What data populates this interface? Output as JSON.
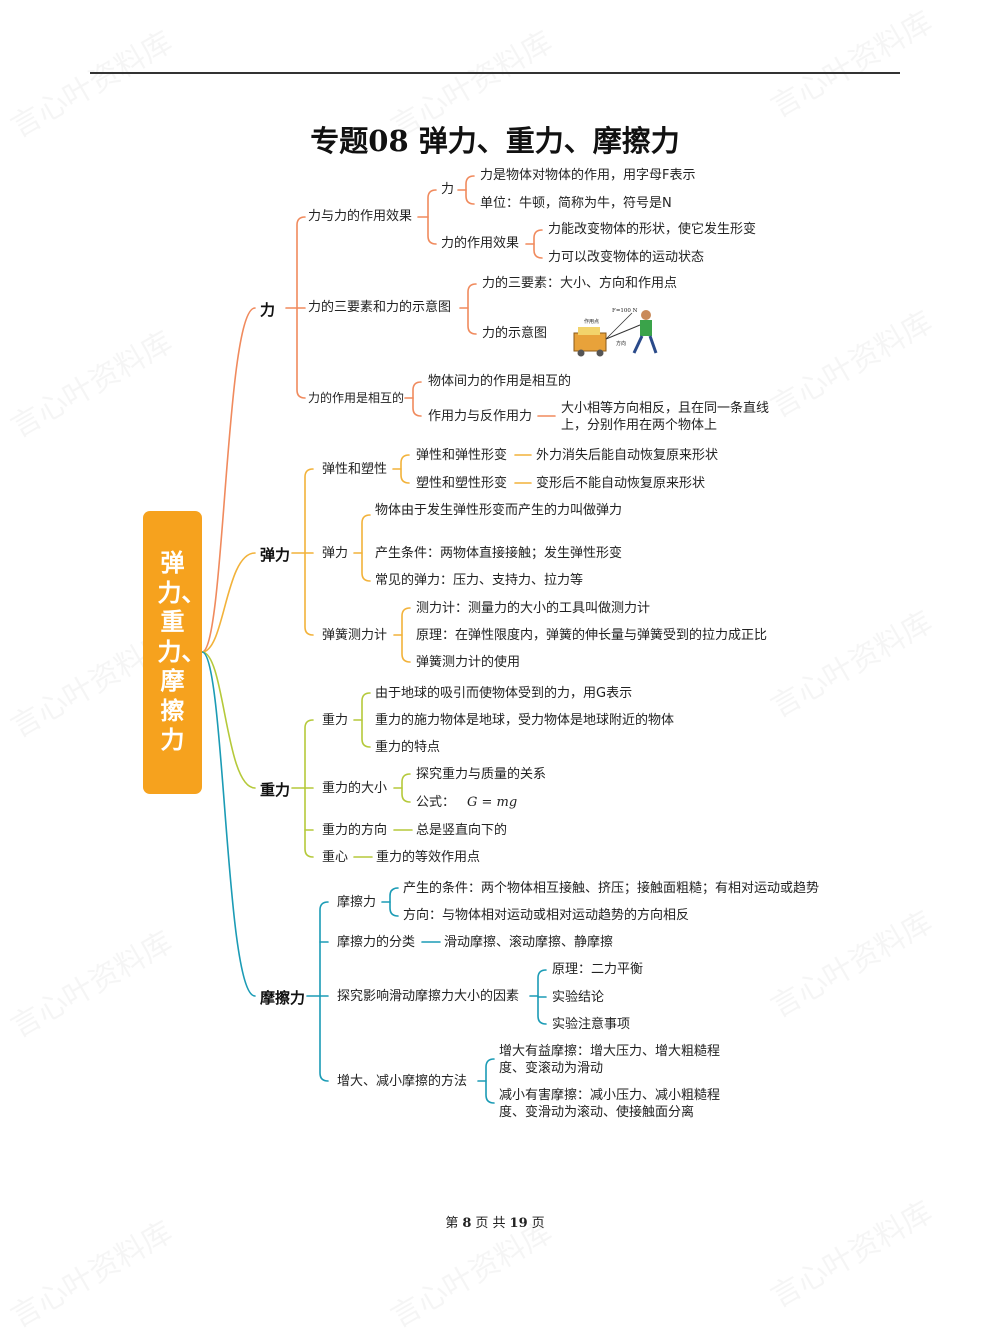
{
  "page_title": "专题08  弹力、重力、摩擦力",
  "root": "弹力、重力、摩擦力",
  "branches": {
    "force": {
      "label": "力",
      "effect": {
        "label": "力与力的作用效果",
        "force": {
          "label": "力",
          "def": "力是物体对物体的作用，用字母F表示",
          "unit": "单位：牛顿，简称为牛，符号是N"
        },
        "effects": {
          "label": "力的作用效果",
          "shape": "力能改变物体的形状，使它发生形变",
          "motion": "力可以改变物体的运动状态"
        }
      },
      "elements": {
        "label": "力的三要素和力的示意图",
        "three": "力的三要素：大小、方向和作用点",
        "diagram": "力的示意图",
        "illus_force": "F=100 N",
        "illus_point": "作用点",
        "illus_dir": "方向"
      },
      "mutual": {
        "label": "力的作用是相互的",
        "between": "物体间力的作用是相互的",
        "pair": "作用力与反作用力",
        "pair_desc": "大小相等方向相反，且在同一条直线上，分别作用在两个物体上"
      }
    },
    "elastic": {
      "label": "弹力",
      "elasticity": {
        "label": "弹性和塑性",
        "e1": "弹性和弹性形变",
        "e1_desc": "外力消失后能自动恢复原来形状",
        "e2": "塑性和塑性形变",
        "e2_desc": "变形后不能自动恢复原来形状"
      },
      "force": {
        "label": "弹力",
        "def": "物体由于发生弹性形变而产生的力叫做弹力",
        "cond": "产生条件：两物体直接接触；发生弹性形变",
        "common": "常见的弹力：压力、支持力、拉力等"
      },
      "meter": {
        "label": "弹簧测力计",
        "m1": "测力计：测量力的大小的工具叫做测力计",
        "m2": "原理：在弹性限度内，弹簧的伸长量与弹簧受到的拉力成正比",
        "m3": "弹簧测力计的使用"
      }
    },
    "gravity": {
      "label": "重力",
      "g": {
        "label": "重力",
        "g1": "由于地球的吸引而使物体受到的力，用G表示",
        "g2": "重力的施力物体是地球，受力物体是地球附近的物体",
        "g3": "重力的特点"
      },
      "size": {
        "label": "重力的大小",
        "s1": "探究重力与质量的关系",
        "s2": "公式：",
        "formula": "G = mg"
      },
      "direction": {
        "label": "重力的方向",
        "desc": "总是竖直向下的"
      },
      "center": {
        "label": "重心",
        "desc": "重力的等效作用点"
      }
    },
    "friction": {
      "label": "摩擦力",
      "f": {
        "label": "摩擦力",
        "f1": "产生的条件：两个物体相互接触、挤压；接触面粗糙；有相对运动或趋势",
        "f2": "方向：与物体相对运动或相对运动趋势的方向相反"
      },
      "types": {
        "label": "摩擦力的分类",
        "desc": "滑动摩擦、滚动摩擦、静摩擦"
      },
      "explore": {
        "label": "探究影响滑动摩擦力大小的因素",
        "e1": "原理：二力平衡",
        "e2": "实验结论",
        "e3": "实验注意事项"
      },
      "methods": {
        "label": "增大、减小摩擦的方法",
        "m1": "增大有益摩擦：增大压力、增大粗糙程度、变滚动为滑动",
        "m2": "减小有害摩擦：减小压力、减小粗糙程度、变滑动为滚动、使接触面分离"
      }
    }
  },
  "footer": {
    "prefix": "第",
    "page": "8",
    "mid": "页 共",
    "total": "19",
    "suffix": "页"
  },
  "watermark": "言心叶资料库",
  "colors": {
    "root": "#f6a21e",
    "force": "#f08a5d",
    "elastic": "#f2b23a",
    "gravity": "#b5c93a",
    "friction": "#1b9bb5"
  }
}
